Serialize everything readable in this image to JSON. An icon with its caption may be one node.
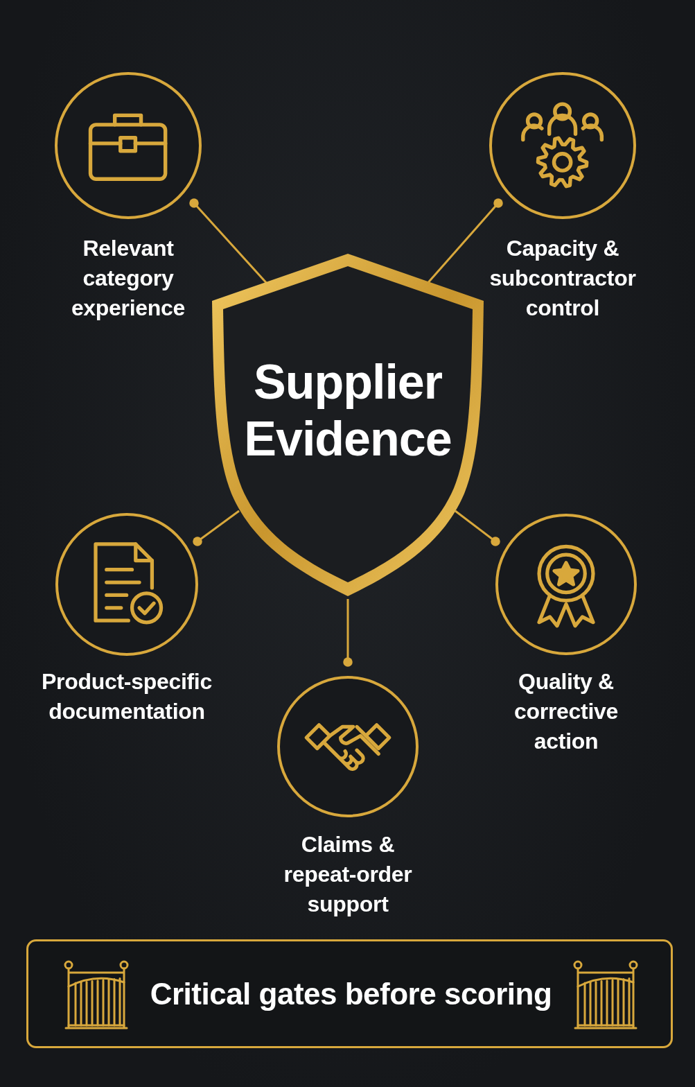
{
  "diagram": {
    "nodes": [
      {
        "text": [
          "Supplier Evidence"
        ]
      },
      {
        "text": [
          "Relevant category experience"
        ]
      },
      {
        "text": [
          "Capacity & subcontractor control"
        ]
      },
      {
        "text": [
          "Product-specific documentation"
        ]
      },
      {
        "text": [
          "Claims & repeat-order support"
        ]
      },
      {
        "text": [
          "Quality & corrective action"
        ]
      },
      {
        "text": [
          "Critical gates before scoring"
        ]
      }
    ],
    "edges": [
      {
        "from": 0,
        "to": 1,
        "arrow": "other"
      },
      {
        "from": 0,
        "to": 2,
        "arrow": "other"
      },
      {
        "from": 0,
        "to": 3,
        "arrow": "other"
      },
      {
        "from": 0,
        "to": 4,
        "arrow": "other"
      },
      {
        "from": 0,
        "to": 5,
        "arrow": "other"
      }
    ]
  }
}
